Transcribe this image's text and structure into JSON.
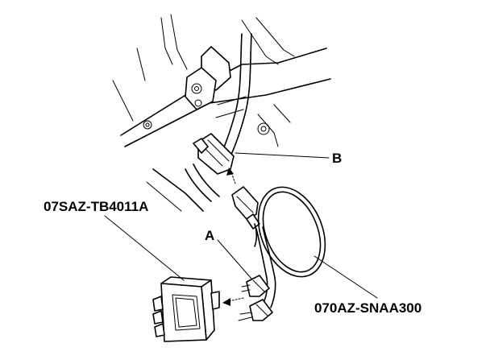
{
  "labels": {
    "part_unit": "07SAZ-TB4011A",
    "part_cable": "070AZ-SNAA300",
    "callout_a": "A",
    "callout_b": "B"
  },
  "colors": {
    "line": "#000000",
    "background": "#ffffff"
  }
}
